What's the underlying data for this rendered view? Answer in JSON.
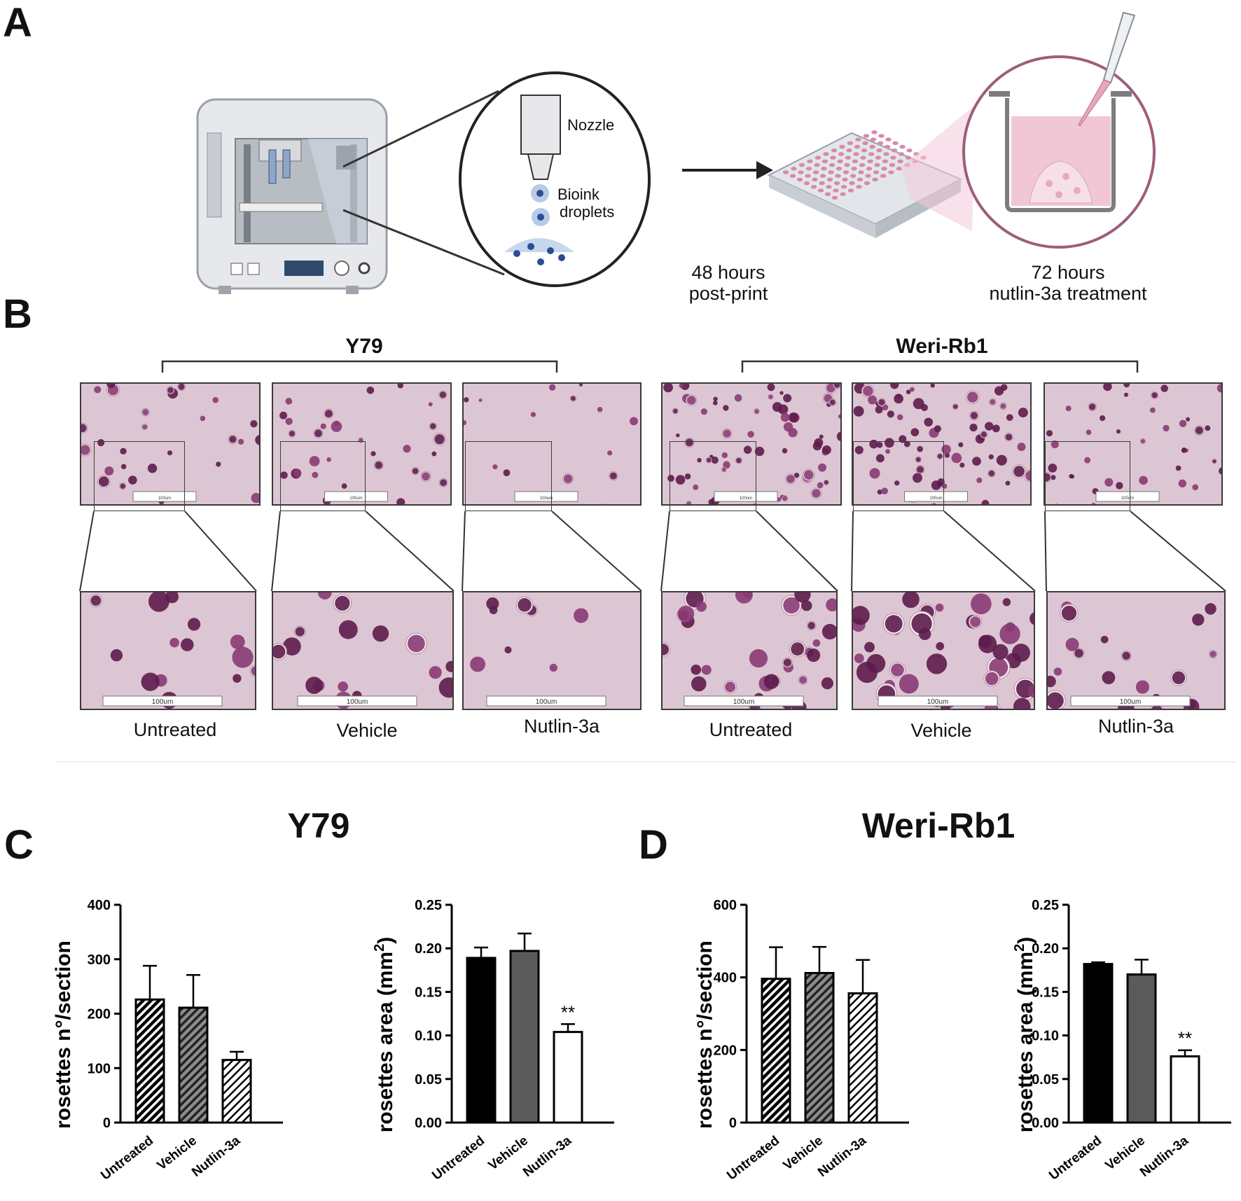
{
  "panel_a": {
    "letter": "A",
    "nozzle_label": "Nozzle",
    "droplets_label_line1": "Bioink",
    "droplets_label_line2": "droplets",
    "post_print_line1": "48 hours",
    "post_print_line2": "post-print",
    "treatment_line1": "72 hours",
    "treatment_line2": "nutlin-3a treatment"
  },
  "panel_b": {
    "letter": "B",
    "groups": [
      "Y79",
      "Weri-Rb1"
    ],
    "conditions": [
      "Untreated",
      "Vehicle",
      "Nutlin-3a",
      "Untreated",
      "Vehicle",
      "Nutlin-3a"
    ],
    "scale_bar_label": "100um"
  },
  "panel_c": {
    "letter": "C",
    "title": "Y79"
  },
  "panel_d": {
    "letter": "D",
    "title": "Weri-Rb1"
  },
  "chart_data": [
    {
      "type": "bar",
      "panel": "C",
      "categories": [
        "Untreated",
        "Vehicle",
        "Nutlin-3a"
      ],
      "values": [
        226,
        211,
        115
      ],
      "errors": [
        62,
        60,
        15
      ],
      "ylabel": "rosettes n°/section",
      "ylim": [
        0,
        400
      ],
      "yticks": [
        "0",
        "100",
        "200",
        "300",
        "400"
      ],
      "fills": [
        "hatch-dense",
        "hatch-gray",
        "hatch-light"
      ],
      "annotations": [
        "",
        "",
        ""
      ]
    },
    {
      "type": "bar",
      "panel": "C",
      "categories": [
        "Untreated",
        "Vehicle",
        "Nutlin-3a"
      ],
      "values": [
        0.189,
        0.197,
        0.104
      ],
      "errors": [
        0.012,
        0.02,
        0.009
      ],
      "ylabel": "rosettes area (mm",
      "ylabel_sup": "2",
      "ylabel_end": ")",
      "ylim": [
        0,
        0.25
      ],
      "yticks": [
        "0.00",
        "0.05",
        "0.10",
        "0.15",
        "0.20",
        "0.25"
      ],
      "fills": [
        "#000000",
        "#5a5a5a",
        "#ffffff"
      ],
      "annotations": [
        "",
        "",
        "**"
      ]
    },
    {
      "type": "bar",
      "panel": "D",
      "categories": [
        "Untreated",
        "Vehicle",
        "Nutlin-3a"
      ],
      "values": [
        396,
        412,
        356
      ],
      "errors": [
        87,
        72,
        92
      ],
      "ylabel": "rosettes n°/section",
      "ylim": [
        0,
        600
      ],
      "yticks": [
        "0",
        "200",
        "400",
        "600"
      ],
      "fills": [
        "hatch-dense",
        "hatch-gray",
        "hatch-light"
      ],
      "annotations": [
        "",
        "",
        ""
      ]
    },
    {
      "type": "bar",
      "panel": "D",
      "categories": [
        "Untreated",
        "Vehicle",
        "Nutlin-3a"
      ],
      "values": [
        0.182,
        0.17,
        0.076
      ],
      "errors": [
        0.002,
        0.017,
        0.007
      ],
      "ylabel": "rosettes area (mm",
      "ylabel_sup": "2",
      "ylabel_end": ")",
      "ylim": [
        0,
        0.25
      ],
      "yticks": [
        "0.00",
        "0.05",
        "0.10",
        "0.15",
        "0.20",
        "0.25"
      ],
      "fills": [
        "#000000",
        "#5a5a5a",
        "#ffffff"
      ],
      "annotations": [
        "",
        "",
        "**"
      ]
    }
  ],
  "colors": {
    "tissue_bg": "#ddc6d3",
    "cell_dark": "#5e1b4d",
    "cell_mid": "#8a3a74",
    "pink_accent": "#e7a9bf",
    "circle_border": "#a5607f",
    "droplet_blue": "#2c4d92"
  },
  "icons": [
    "bioprinter-icon",
    "nozzle-icon",
    "well-plate-icon",
    "pipette-icon",
    "well-insert-icon"
  ]
}
